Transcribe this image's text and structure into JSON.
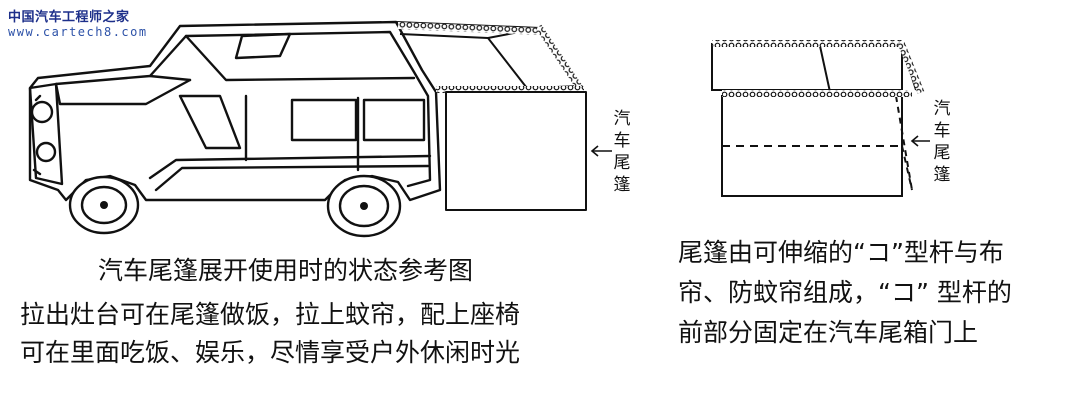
{
  "watermark": {
    "site_name": "中国汽车工程师之家",
    "url": "www.cartech8.com"
  },
  "left_figure": {
    "label": [
      "汽",
      "车",
      "尾",
      "篷"
    ],
    "caption_title": "汽车尾篷展开使用时的状态参考图",
    "caption_lines": [
      "拉出灶台可在尾篷做饭，拉上蚊帘，配上座椅",
      "可在里面吃饭、娱乐，尽情享受户外休闲时光"
    ]
  },
  "right_figure": {
    "label": [
      "汽",
      "车",
      "尾",
      "篷"
    ],
    "caption_lines": [
      "尾篷由可伸缩的“コ”型杆与布",
      "帘、防蚊帘组成，“コ” 型杆的",
      "前部分固定在汽车尾箱门上"
    ]
  },
  "colors": {
    "watermark_title": "#1d2f8a",
    "watermark_url": "#2d52a8",
    "line": "#111111"
  }
}
